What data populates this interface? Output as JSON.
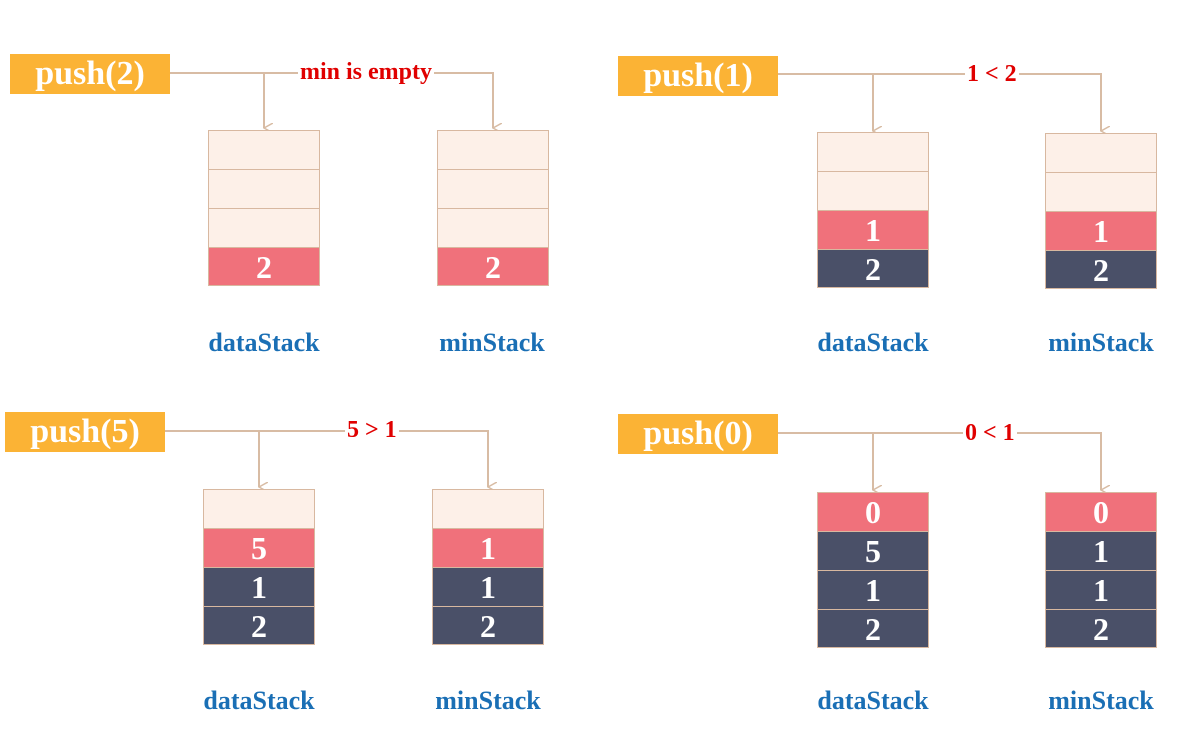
{
  "panels": [
    {
      "operation": "push(2)",
      "comparison": "min is empty",
      "dataStack": {
        "label": "dataStack",
        "cells": [
          "",
          "",
          "",
          "2"
        ],
        "top_index": 3
      },
      "minStack": {
        "label": "minStack",
        "cells": [
          "",
          "",
          "",
          "2"
        ],
        "top_index": 3
      }
    },
    {
      "operation": "push(1)",
      "comparison": "1 < 2",
      "dataStack": {
        "label": "dataStack",
        "cells": [
          "",
          "",
          "1",
          "2"
        ],
        "top_index": 2
      },
      "minStack": {
        "label": "minStack",
        "cells": [
          "",
          "",
          "1",
          "2"
        ],
        "top_index": 2
      }
    },
    {
      "operation": "push(5)",
      "comparison": "5 > 1",
      "dataStack": {
        "label": "dataStack",
        "cells": [
          "",
          "5",
          "1",
          "2"
        ],
        "top_index": 1
      },
      "minStack": {
        "label": "minStack",
        "cells": [
          "",
          "1",
          "1",
          "2"
        ],
        "top_index": 1
      }
    },
    {
      "operation": "push(0)",
      "comparison": "0 < 1",
      "dataStack": {
        "label": "dataStack",
        "cells": [
          "0",
          "5",
          "1",
          "2"
        ],
        "top_index": 0
      },
      "minStack": {
        "label": "minStack",
        "cells": [
          "0",
          "1",
          "1",
          "2"
        ],
        "top_index": 0
      }
    }
  ],
  "colors": {
    "operation_bg": "#fbb335",
    "comparison_text": "#e00000",
    "empty_cell": "#fdf0e8",
    "top_cell": "#f0717b",
    "lower_cell": "#4a5068",
    "stack_label": "#1a6fb5",
    "connector": "#d8bca4"
  }
}
